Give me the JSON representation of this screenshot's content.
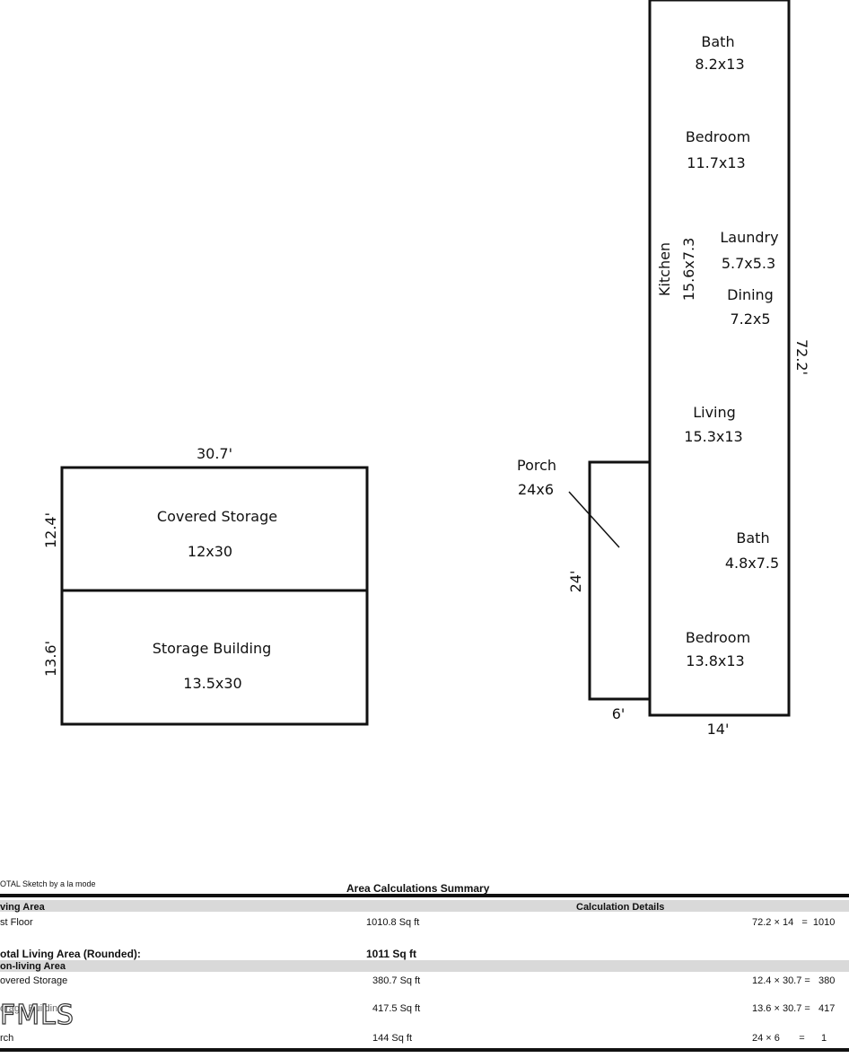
{
  "house": {
    "rooms": [
      {
        "name": "Bath",
        "dims": "8.2x13"
      },
      {
        "name": "Bedroom",
        "dims": "11.7x13"
      },
      {
        "name": "Laundry",
        "dims": "5.7x5.3"
      },
      {
        "name": "Dining",
        "dims": "7.2x5"
      },
      {
        "name": "Kitchen",
        "dims": "15.6x7.3"
      },
      {
        "name": "Living",
        "dims": "15.3x13"
      },
      {
        "name": "Bath",
        "dims": "4.8x7.5"
      },
      {
        "name": "Bedroom",
        "dims": "13.8x13"
      }
    ],
    "length_label": "72.2'",
    "width_label": "14'"
  },
  "porch": {
    "name": "Porch",
    "dims": "24x6",
    "length_label": "24'",
    "width_label": "6'"
  },
  "storage": {
    "width_label": "30.7'",
    "covered": {
      "name": "Covered Storage",
      "dims": "12x30",
      "depth_label": "12.4'"
    },
    "building": {
      "name": "Storage Building",
      "dims": "13.5x30",
      "depth_label": "13.6'"
    }
  },
  "summary": {
    "software": "OTAL Sketch by a la mode",
    "title": "Area Calculations Summary",
    "living_header": "ving Area",
    "details_header": "Calculation Details",
    "first_floor": {
      "label": "st Floor",
      "area": "1010.8 Sq ft",
      "calc": "72.2 × 14   =  1010"
    },
    "total": {
      "label": "otal Living Area (Rounded):",
      "area": "1011 Sq ft"
    },
    "nonliving_header": "on-living Area",
    "covered": {
      "label": "overed Storage",
      "area": "380.7 Sq ft",
      "calc": "12.4 × 30.7 =   380"
    },
    "storage_building": {
      "label": "orage Building",
      "area": "417.5 Sq ft",
      "calc": "13.6 × 30.7 =   417"
    },
    "porch": {
      "label": "rch",
      "area": "144 Sq ft",
      "calc": "24 × 6       =      1"
    }
  },
  "watermark": "FMLS"
}
